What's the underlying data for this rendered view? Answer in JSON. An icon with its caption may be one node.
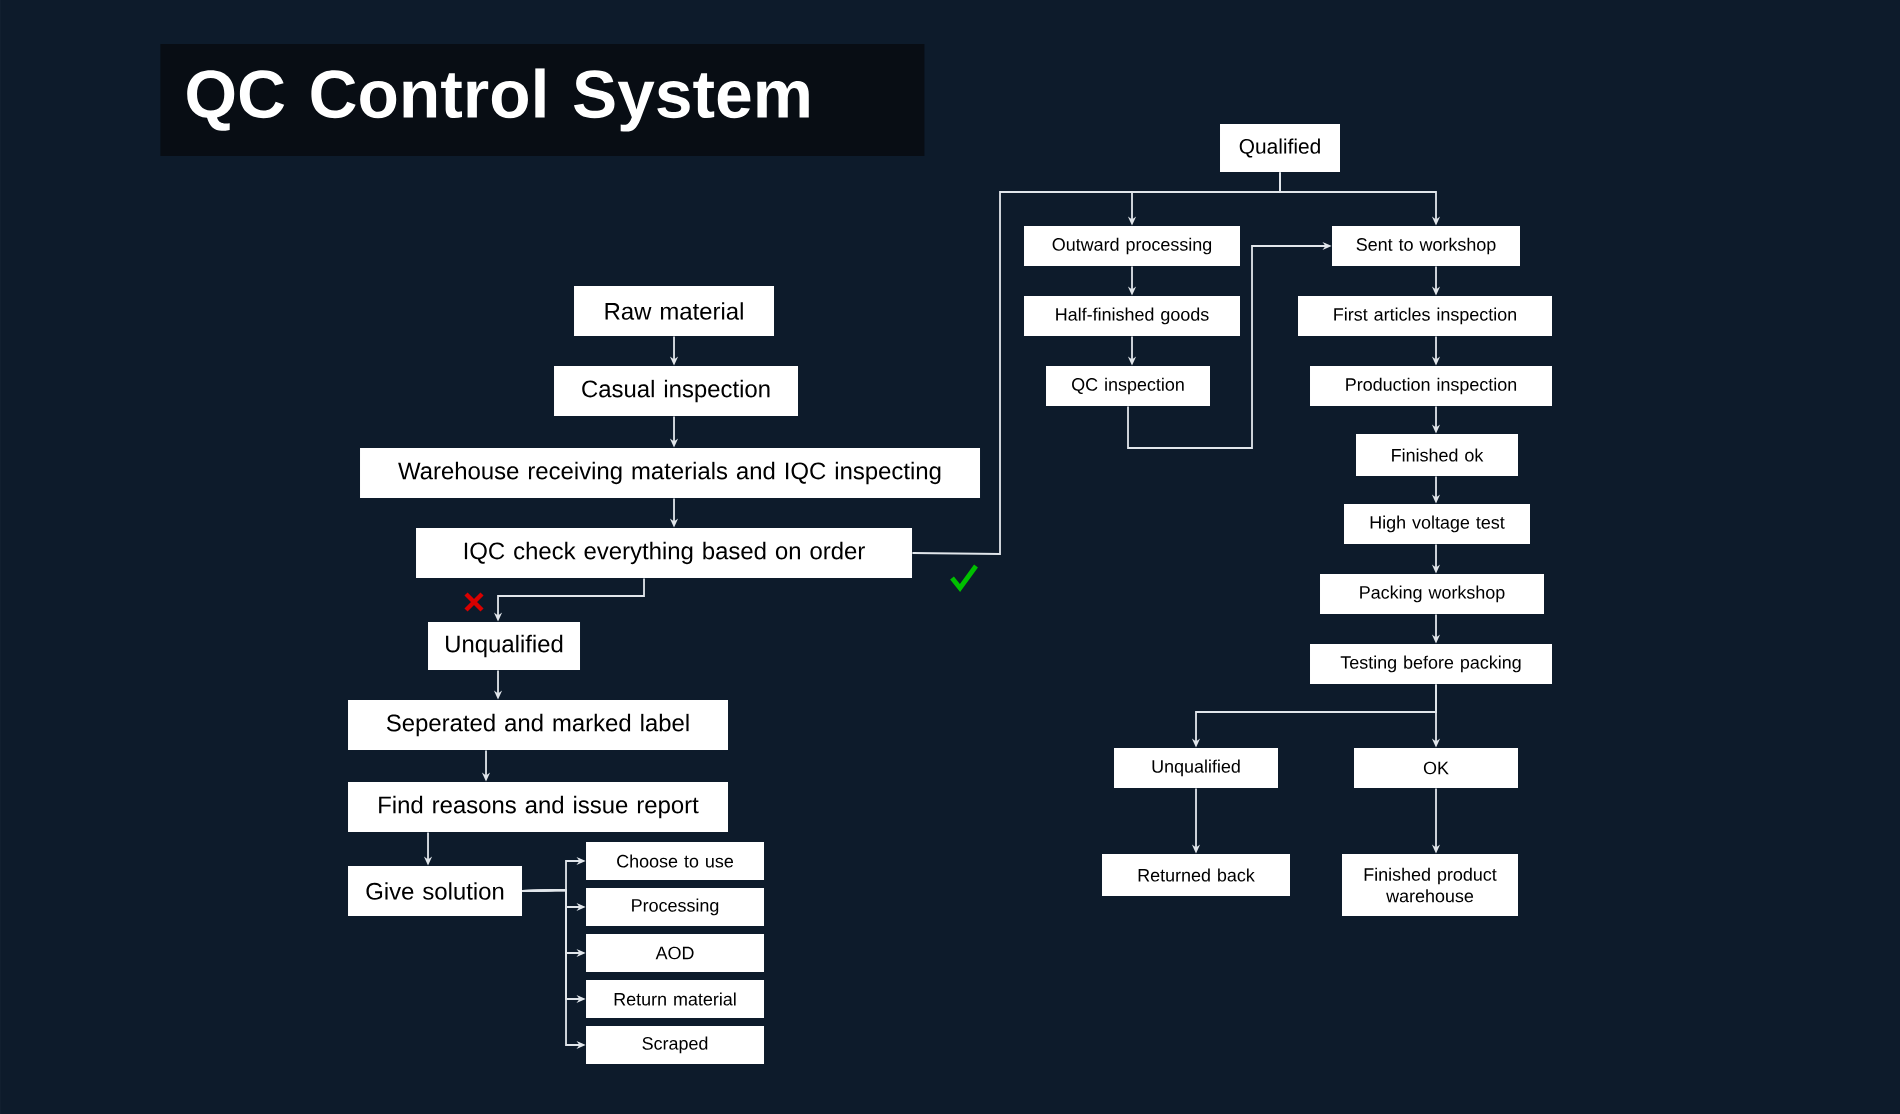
{
  "diagram": {
    "title": "QC Control System",
    "nodes": [
      {
        "text": [
          "Raw material"
        ]
      },
      {
        "text": [
          "Casual inspection"
        ]
      },
      {
        "text": [
          "Warehouse receiving materials and IQC inspecting"
        ]
      },
      {
        "text": [
          "IQC check everything based on order"
        ]
      },
      {
        "text": [
          "Unqualified"
        ]
      },
      {
        "text": [
          "Seperated and marked label"
        ]
      },
      {
        "text": [
          "Find reasons and issue report"
        ]
      },
      {
        "text": [
          "Give solution"
        ]
      },
      {
        "text": [
          "Choose to use"
        ]
      },
      {
        "text": [
          "Processing"
        ]
      },
      {
        "text": [
          "AOD"
        ]
      },
      {
        "text": [
          "Return material"
        ]
      },
      {
        "text": [
          "Scraped"
        ]
      },
      {
        "text": [
          "Qualified"
        ]
      },
      {
        "text": [
          "Outward processing"
        ]
      },
      {
        "text": [
          "Half-finished goods"
        ]
      },
      {
        "text": [
          "QC inspection"
        ]
      },
      {
        "text": [
          "Sent to workshop"
        ]
      },
      {
        "text": [
          "First articles inspection"
        ]
      },
      {
        "text": [
          "Production inspection"
        ]
      },
      {
        "text": [
          "Finished ok"
        ]
      },
      {
        "text": [
          "High voltage test"
        ]
      },
      {
        "text": [
          "Packing workshop"
        ]
      },
      {
        "text": [
          "Testing before packing"
        ]
      },
      {
        "text": [
          "Unqualified"
        ]
      },
      {
        "text": [
          "OK"
        ]
      },
      {
        "text": [
          "Returned back"
        ]
      },
      {
        "text": [
          "Finished product warehouse"
        ]
      }
    ],
    "edges": [
      {
        "from": 0,
        "to": 1,
        "arrow": "to"
      },
      {
        "from": 1,
        "to": 2,
        "arrow": "to"
      },
      {
        "from": 2,
        "to": 3,
        "arrow": "to"
      },
      {
        "from": 3,
        "to": 4,
        "arrow": "to"
      },
      {
        "from": 4,
        "to": 5,
        "arrow": "to"
      },
      {
        "from": 5,
        "to": 6,
        "arrow": "to"
      },
      {
        "from": 6,
        "to": 7,
        "arrow": "to"
      },
      {
        "from": 7,
        "to": 8,
        "arrow": "to"
      },
      {
        "from": 7,
        "to": 9,
        "arrow": "to"
      },
      {
        "from": 7,
        "to": 10,
        "arrow": "to"
      },
      {
        "from": 7,
        "to": 11,
        "arrow": "to"
      },
      {
        "from": 7,
        "to": 12,
        "arrow": "to"
      },
      {
        "from": 3,
        "to": 13,
        "arrow": "none"
      },
      {
        "from": 13,
        "to": 14,
        "arrow": "to"
      },
      {
        "from": 13,
        "to": 17,
        "arrow": "to"
      },
      {
        "from": 14,
        "to": 15,
        "arrow": "to"
      },
      {
        "from": 15,
        "to": 16,
        "arrow": "to"
      },
      {
        "from": 16,
        "to": 17,
        "arrow": "to"
      },
      {
        "from": 17,
        "to": 18,
        "arrow": "to"
      },
      {
        "from": 18,
        "to": 19,
        "arrow": "to"
      },
      {
        "from": 19,
        "to": 20,
        "arrow": "to"
      },
      {
        "from": 20,
        "to": 21,
        "arrow": "to"
      },
      {
        "from": 21,
        "to": 22,
        "arrow": "to"
      },
      {
        "from": 22,
        "to": 23,
        "arrow": "to"
      },
      {
        "from": 23,
        "to": 24,
        "arrow": "to"
      },
      {
        "from": 23,
        "to": 25,
        "arrow": "to"
      },
      {
        "from": 24,
        "to": 26,
        "arrow": "to"
      },
      {
        "from": 25,
        "to": 27,
        "arrow": "to"
      }
    ]
  }
}
